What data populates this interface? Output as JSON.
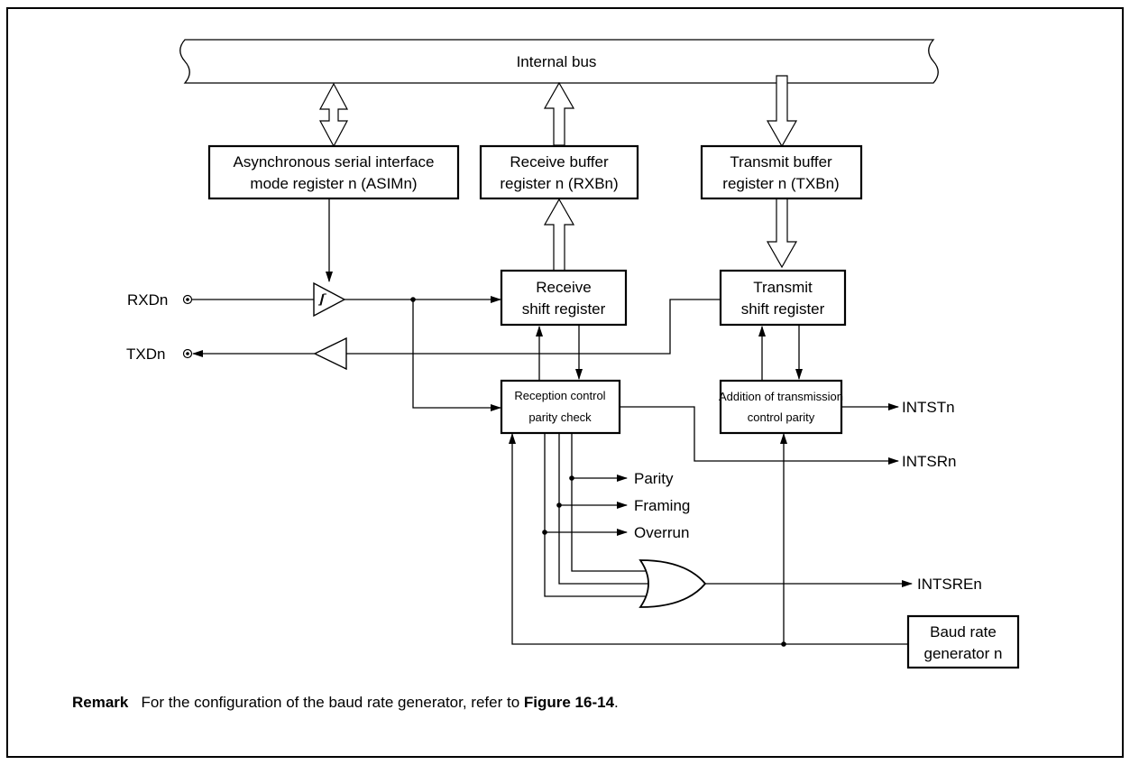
{
  "bus": {
    "label": "Internal bus"
  },
  "blocks": {
    "asim": [
      "Asynchronous serial interface",
      "mode register n (ASIMn)"
    ],
    "rxb": [
      "Receive buffer",
      "register n (RXBn)"
    ],
    "txb": [
      "Transmit buffer",
      "register n (TXBn)"
    ],
    "rx_shift": [
      "Receive",
      "shift register"
    ],
    "tx_shift": [
      "Transmit",
      "shift register"
    ],
    "rx_ctrl": [
      "Reception control",
      "parity check"
    ],
    "tx_ctrl": [
      "Addition of transmission",
      "control parity"
    ],
    "baud": [
      "Baud rate",
      "generator n"
    ]
  },
  "pins": {
    "rxd": "RXDn",
    "txd": "TXDn"
  },
  "signals": {
    "parity": "Parity",
    "framing": "Framing",
    "overrun": "Overrun",
    "intst": "INTSTn",
    "intsr": "INTSRn",
    "intsre": "INTSREn"
  },
  "remark": {
    "label": "Remark",
    "text": "For the configuration of the baud rate generator, refer to ",
    "ref": "Figure 16-14",
    "end": "."
  }
}
